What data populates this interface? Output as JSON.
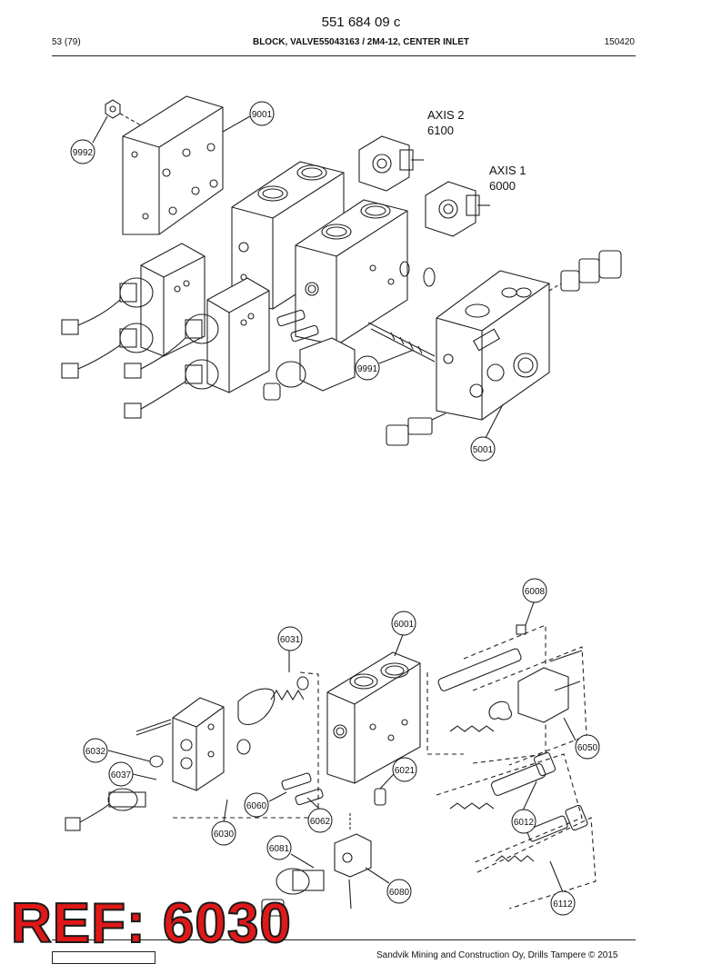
{
  "header": {
    "doc_number": "551 684 09 c",
    "page": "53 (79)",
    "title": "BLOCK, VALVE55043163 / 2M4-12, CENTER INLET",
    "date_code": "150420"
  },
  "diagram_labels": {
    "axis2_name": "AXIS 2",
    "axis2_code": "6100",
    "axis1_name": "AXIS 1",
    "axis1_code": "6000"
  },
  "callouts_top": [
    "9992",
    "9001",
    "9991",
    "5001"
  ],
  "callouts_bottom": [
    "6008",
    "6001",
    "6031",
    "6032",
    "6037",
    "6050",
    "6021",
    "6060",
    "6062",
    "6030",
    "6012",
    "6081",
    "6080",
    "6112"
  ],
  "stamp": {
    "text": "REF: 6030",
    "color": "#e01818"
  },
  "footer": {
    "text": "Sandvik Mining and Construction Oy, Drills Tampere © 2015"
  }
}
